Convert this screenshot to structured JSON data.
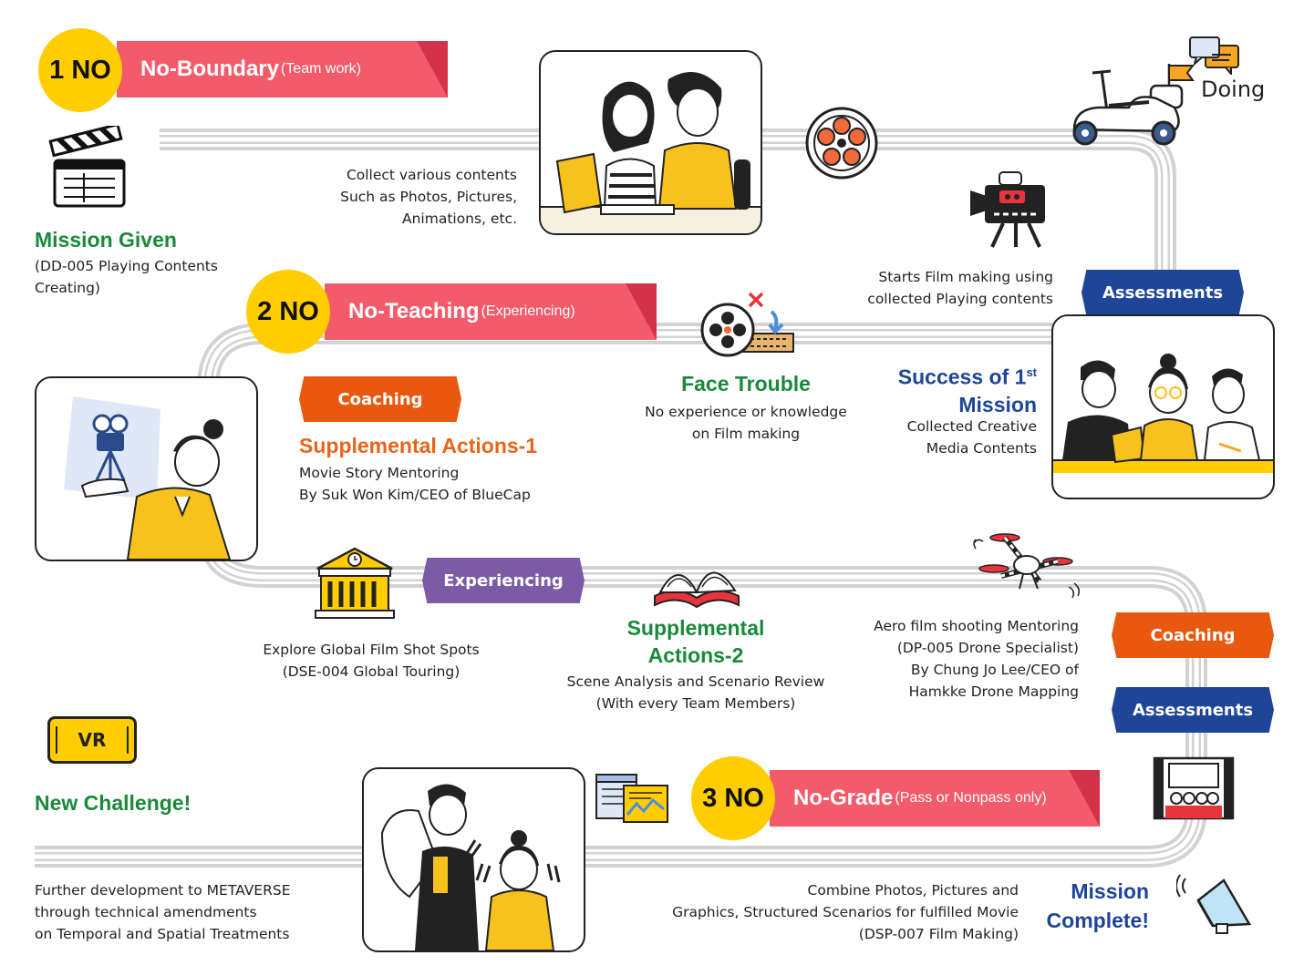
{
  "stages": {
    "no1": {
      "number": "1 NO",
      "title": "No-Boundary",
      "subtitle": "(Team work)"
    },
    "no2": {
      "number": "2 NO",
      "title": "No-Teaching",
      "subtitle": "(Experiencing)"
    },
    "no3": {
      "number": "3 NO",
      "title": "No-Grade",
      "subtitle": "(Pass or Nonpass only)"
    }
  },
  "doing_label": "Doing",
  "mission_given": {
    "title": "Mission Given",
    "desc": [
      "(DD-005 Playing Contents",
      "Creating)"
    ]
  },
  "collect_contents": [
    "Collect various contents",
    "Such as Photos, Pictures,",
    "Animations, etc."
  ],
  "starts_film": [
    "Starts Film making using",
    "collected Playing contents"
  ],
  "badges": {
    "assessments_1": "Assessments",
    "coaching_1": "Coaching",
    "experiencing": "Experiencing",
    "coaching_2": "Coaching",
    "assessments_2": "Assessments",
    "vr": "VR"
  },
  "face_trouble": {
    "title": "Face Trouble",
    "desc": [
      "No experience or knowledge",
      "on Film making"
    ]
  },
  "success_mission": {
    "title_a": "Success of 1",
    "title_sup": "st",
    "title_b": "Mission",
    "desc": [
      "Collected Creative",
      "Media Contents"
    ]
  },
  "supplemental_1": {
    "title": "Supplemental Actions-1",
    "desc": [
      "Movie Story Mentoring",
      "By Suk Won Kim/CEO of BlueCap"
    ]
  },
  "explore": [
    "Explore Global Film Shot Spots",
    "(DSE-004 Global Touring)"
  ],
  "supplemental_2": {
    "title": [
      "Supplemental",
      "Actions-2"
    ],
    "desc": [
      "Scene Analysis and Scenario Review",
      "(With every Team Members)"
    ]
  },
  "aero": [
    "Aero film shooting Mentoring",
    "(DP-005 Drone Specialist)",
    "By Chung Jo Lee/CEO of",
    "Hamkke Drone Mapping"
  ],
  "new_challenge": {
    "title": "New Challenge!",
    "desc": [
      "Further development to METAVERSE",
      "through technical amendments",
      "on Temporal and Spatial Treatments"
    ]
  },
  "combine": [
    "Combine Photos, Pictures and",
    "Graphics, Structured Scenarios  for fulfilled Movie",
    "(DSP-007 Film Making)"
  ],
  "mission_complete": [
    "Mission",
    "Complete!"
  ],
  "colors": {
    "banner": "#f45b6a",
    "circle": "#ffcd00",
    "green": "#1a8a3a",
    "navy": "#1e4598",
    "orange": "#e8641a",
    "purple": "#7b5ba6"
  }
}
